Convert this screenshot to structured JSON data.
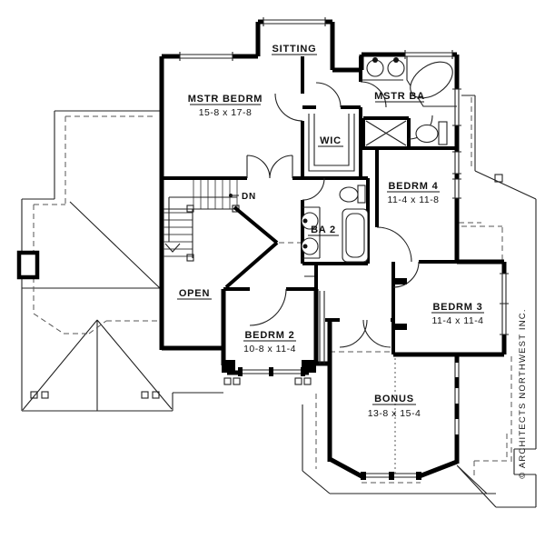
{
  "plan": {
    "drawing_type": "second-floor plan",
    "colors": {
      "line": "#000000",
      "background": "#ffffff"
    },
    "rooms": [
      {
        "id": "sitting",
        "name": "SITTING",
        "dims": ""
      },
      {
        "id": "mstr_bedrm",
        "name": "MSTR BEDRM",
        "dims": "15-8 x 17-8"
      },
      {
        "id": "mstr_ba",
        "name": "MSTR BA",
        "dims": ""
      },
      {
        "id": "wic",
        "name": "WIC",
        "dims": ""
      },
      {
        "id": "bedrm4",
        "name": "BEDRM 4",
        "dims": "11-4 x 11-8"
      },
      {
        "id": "ba2",
        "name": "BA 2",
        "dims": ""
      },
      {
        "id": "bedrm3",
        "name": "BEDRM 3",
        "dims": "11-4 x 11-4"
      },
      {
        "id": "bedrm2",
        "name": "BEDRM 2",
        "dims": "10-8 x 11-4"
      },
      {
        "id": "bonus",
        "name": "BONUS",
        "dims": "13-8 x 15-4"
      },
      {
        "id": "open",
        "name": "OPEN",
        "dims": ""
      }
    ],
    "annotations": {
      "stairs_down": "DN"
    },
    "copyright": "© ARCHITECTS NORTHWEST INC."
  }
}
